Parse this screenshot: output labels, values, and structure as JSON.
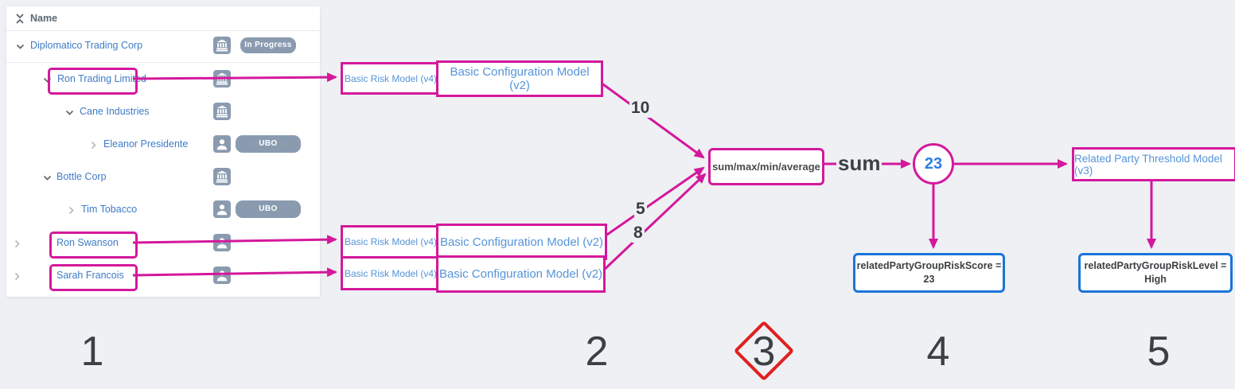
{
  "colors": {
    "accent_pink": "#d4189c",
    "output_border_blue": "#1b74d9",
    "tree_link_blue": "#3e7cc7",
    "model_text_blue": "#5694d8",
    "icon_badge_gray": "#8a9bb0",
    "diamond_red": "#e02020",
    "result_blue": "#2e7de5",
    "page_background": "#eef0f3"
  },
  "tree": {
    "header": "Name",
    "rows": [
      {
        "name": "Diplomatico Trading Corp",
        "type": "company",
        "badge": "In Progress"
      },
      {
        "name": "Ron Trading Limited",
        "type": "company"
      },
      {
        "name": "Cane Industries",
        "type": "company"
      },
      {
        "name": "Eleanor Presidente",
        "type": "person",
        "badge": "UBO"
      },
      {
        "name": "Bottle Corp",
        "type": "company"
      },
      {
        "name": "Tim Tobacco",
        "type": "person",
        "badge": "UBO"
      },
      {
        "name": "Ron Swanson",
        "type": "person"
      },
      {
        "name": "Sarah Francois",
        "type": "person"
      }
    ]
  },
  "flow": {
    "model_pairs": [
      {
        "risk": "Basic Risk Model (v4)",
        "config": "Basic Configuration Model (v2)",
        "score": "10"
      },
      {
        "risk": "Basic Risk Model (v4)",
        "config": "Basic Configuration Model (v2)",
        "score": "5"
      },
      {
        "risk": "Basic Risk Model (v4)",
        "config": "Basic Configuration Model (v2)",
        "score": "8"
      }
    ],
    "aggregator_label": "sum/max/min/average",
    "operation_label": "sum",
    "aggregate_result": "23",
    "threshold_model": "Related Party Threshold Model (v3)",
    "output_score": "relatedPartyGroupRiskScore = 23",
    "output_level_line1": "relatedPartyGroupRiskLevel =",
    "output_level_line2": "High"
  },
  "steps": {
    "s1": "1",
    "s2": "2",
    "s3": "3",
    "s4": "4",
    "s5": "5"
  }
}
